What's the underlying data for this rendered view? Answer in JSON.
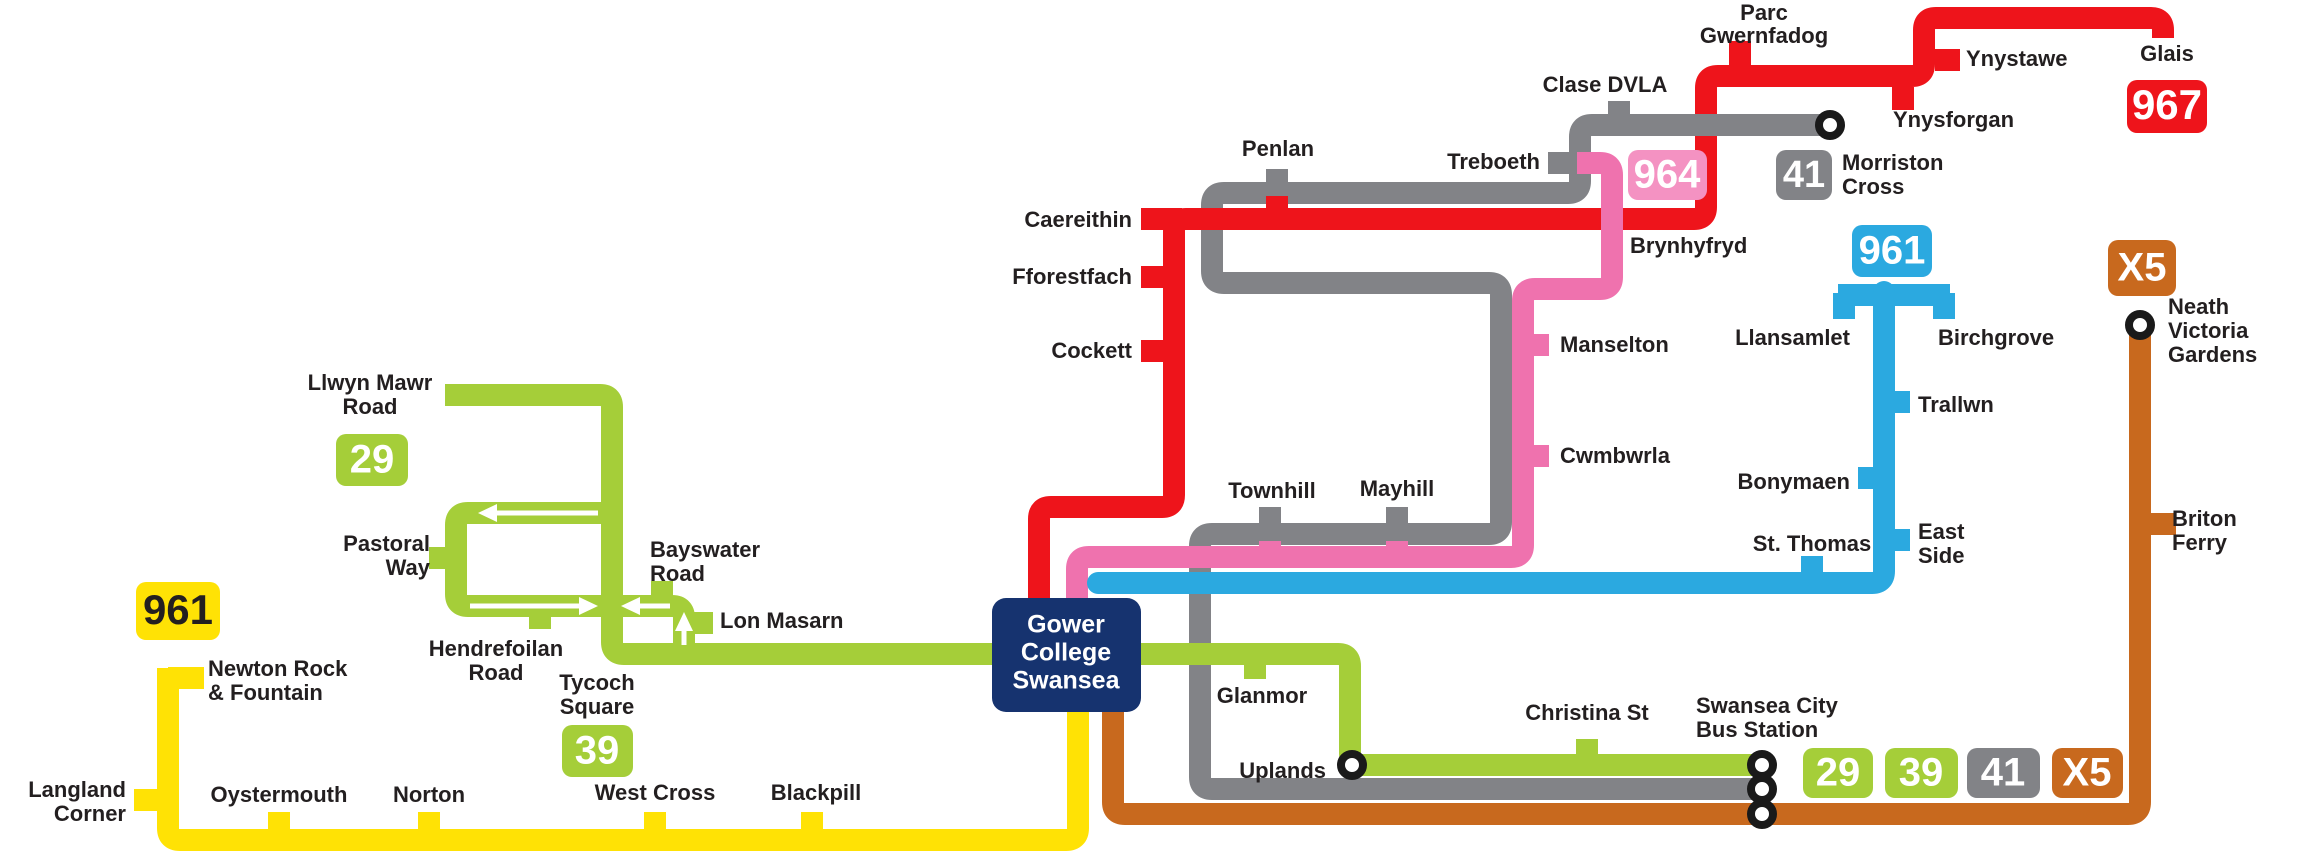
{
  "title": "Gower College Swansea bus routes diagram",
  "colors": {
    "red": "#EE141B",
    "gray": "#828387",
    "pink_line": "#EF72AE",
    "pink_badge": "#F492C2",
    "blue": "#2BA9E0",
    "green": "#A5CE39",
    "yellow": "#FFE205",
    "orange": "#C8691E",
    "navy_hub": "#16336F",
    "label_text": "#231F20"
  },
  "hub": {
    "lines": [
      "Gower",
      "College",
      "Swansea"
    ]
  },
  "routes": {
    "red_967": {
      "number": "967"
    },
    "gray_41": {
      "number": "41"
    },
    "pink_964": {
      "number": "964"
    },
    "blue_961": {
      "number": "961"
    },
    "orange_x5": {
      "number": "X5"
    },
    "green_29": {
      "number": "29"
    },
    "green_39": {
      "number": "39"
    },
    "yellow_961": {
      "number": "961"
    }
  },
  "stops": {
    "parc_gwernfadog": {
      "lines": [
        "Parc",
        "Gwernfadog"
      ]
    },
    "ynystawe": {
      "lines": [
        "Ynystawe"
      ]
    },
    "glais": {
      "lines": [
        "Glais"
      ]
    },
    "ynysforgan": {
      "lines": [
        "Ynysforgan"
      ]
    },
    "clase_dvla": {
      "lines": [
        "Clase DVLA"
      ]
    },
    "morriston_cross": {
      "lines": [
        "Morriston",
        "Cross"
      ]
    },
    "treboeth": {
      "lines": [
        "Treboeth"
      ]
    },
    "penlan": {
      "lines": [
        "Penlan"
      ]
    },
    "brynhyfryd": {
      "lines": [
        "Brynhyfryd"
      ]
    },
    "caereithin": {
      "lines": [
        "Caereithin"
      ]
    },
    "fforestfach": {
      "lines": [
        "Fforestfach"
      ]
    },
    "cockett": {
      "lines": [
        "Cockett"
      ]
    },
    "manselton": {
      "lines": [
        "Manselton"
      ]
    },
    "cwmbwrla": {
      "lines": [
        "Cwmbwrla"
      ]
    },
    "townhill": {
      "lines": [
        "Townhill"
      ]
    },
    "mayhill": {
      "lines": [
        "Mayhill"
      ]
    },
    "llansamlet": {
      "lines": [
        "Llansamlet"
      ]
    },
    "birchgrove": {
      "lines": [
        "Birchgrove"
      ]
    },
    "trallwn": {
      "lines": [
        "Trallwn"
      ]
    },
    "bonymaen": {
      "lines": [
        "Bonymaen"
      ]
    },
    "east_side": {
      "lines": [
        "East",
        "Side"
      ]
    },
    "st_thomas": {
      "lines": [
        "St. Thomas"
      ]
    },
    "neath_victoria_gardens": {
      "lines": [
        "Neath",
        "Victoria",
        "Gardens"
      ]
    },
    "briton_ferry": {
      "lines": [
        "Briton",
        "Ferry"
      ]
    },
    "llwyn_mawr_road": {
      "lines": [
        "Llwyn Mawr",
        "Road"
      ]
    },
    "pastoral_way": {
      "lines": [
        "Pastoral",
        "Way"
      ]
    },
    "hendrefoilan_road": {
      "lines": [
        "Hendrefoilan",
        "Road"
      ]
    },
    "bayswater_road": {
      "lines": [
        "Bayswater",
        "Road"
      ]
    },
    "lon_masarn": {
      "lines": [
        "Lon Masarn"
      ]
    },
    "tycoch_square": {
      "lines": [
        "Tycoch",
        "Square"
      ]
    },
    "glanmor": {
      "lines": [
        "Glanmor"
      ]
    },
    "uplands": {
      "lines": [
        "Uplands"
      ]
    },
    "christina_st": {
      "lines": [
        "Christina St"
      ]
    },
    "swansea_city_bus_station": {
      "lines": [
        "Swansea City",
        "Bus Station"
      ]
    },
    "newton_rock_fountain": {
      "lines": [
        "Newton Rock",
        "& Fountain"
      ]
    },
    "langland_corner": {
      "lines": [
        "Langland",
        "Corner"
      ]
    },
    "oystermouth": {
      "lines": [
        "Oystermouth"
      ]
    },
    "norton": {
      "lines": [
        "Norton"
      ]
    },
    "west_cross": {
      "lines": [
        "West Cross"
      ]
    },
    "blackpill": {
      "lines": [
        "Blackpill"
      ]
    }
  }
}
